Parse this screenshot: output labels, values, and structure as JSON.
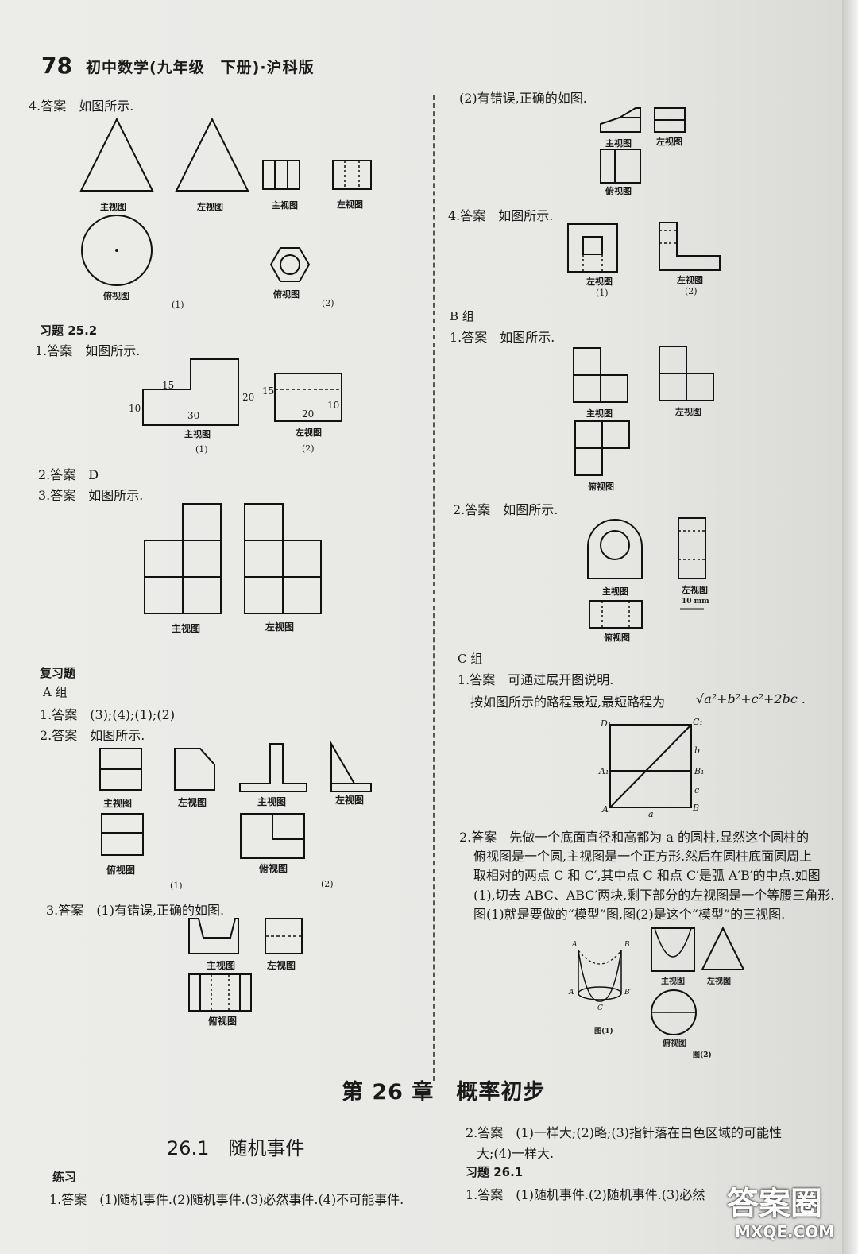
{
  "header": {
    "page_number": "78",
    "book_title": "初中数学(九年级　下册)·沪科版"
  },
  "left": {
    "q4_answer": "4.答案　如图所示.",
    "q4_caps": [
      "主视图",
      "左视图",
      "主视图",
      "左视图",
      "俯视图",
      "俯视图"
    ],
    "q4_nums": [
      "(1)",
      "(2)"
    ],
    "ex252": "习题 25.2",
    "ex252_q1": "1.答案　如图所示.",
    "ex252_q1_dims": [
      "15",
      "10",
      "30",
      "20",
      "15",
      "20",
      "10"
    ],
    "ex252_q1_caps": [
      "主视图",
      "左视图"
    ],
    "ex252_q1_nums": [
      "(1)",
      "(2)"
    ],
    "ex252_q2": "2.答案　D",
    "ex252_q3": "3.答案　如图所示.",
    "ex252_q3_caps": [
      "主视图",
      "左视图"
    ],
    "review": "复习题",
    "groupA": "A 组",
    "rA_q1": "1.答案　(3);(4);(1);(2)",
    "rA_q2": "2.答案　如图所示.",
    "rA_q2_caps": [
      "主视图",
      "左视图",
      "主视图",
      "左视图",
      "俯视图",
      "俯视图"
    ],
    "rA_q2_nums": [
      "(1)",
      "(2)"
    ],
    "rA_q3": "3.答案　(1)有错误,正确的如图.",
    "rA_q3_caps": [
      "主视图",
      "左视图",
      "俯视图"
    ]
  },
  "right": {
    "rA_q3_2": "(2)有错误,正确的如图.",
    "rA_q3_2_caps": [
      "主视图",
      "左视图",
      "俯视图"
    ],
    "rA_q4": "4.答案　如图所示.",
    "rA_q4_caps": [
      "左视图",
      "左视图"
    ],
    "rA_q4_nums": [
      "(1)",
      "(2)"
    ],
    "groupB": "B 组",
    "rB_q1": "1.答案　如图所示.",
    "rB_q1_caps": [
      "主视图",
      "左视图",
      "俯视图"
    ],
    "rB_q2": "2.答案　如图所示.",
    "rB_q2_caps": [
      "主视图",
      "左视图",
      "俯视图"
    ],
    "rB_q2_dim": "10 mm",
    "groupC": "C 组",
    "rC_q1": "1.答案　可通过展开图说明.",
    "rC_q1_text": "按如图所示的路程最短,最短路程为",
    "rC_q1_formula": "√a²+b²+c²+2bc .",
    "rC_q1_fig_labels": [
      "D₁",
      "C₁",
      "A₁",
      "B₁",
      "A",
      "B",
      "a",
      "b",
      "c"
    ],
    "rC_q2_lines": [
      "2.答案　先做一个底面直径和高都为 a 的圆柱,显然这个圆柱的",
      "俯视图是一个圆,主视图是一个正方形.然后在圆柱底面圆周上",
      "取相对的两点 C 和 C′,其中点 C 和点 C′是弧 A′B′的中点.如图",
      "(1),切去 ABC、ABC′两块,剩下部分的左视图是一个等腰三角形.",
      "图(1)就是要做的“模型”图,图(2)是这个“模型”的三视图."
    ],
    "rC_q2_fig_labels": [
      "A",
      "B",
      "A′",
      "B′",
      "C",
      "图(1)",
      "主视图",
      "左视图",
      "俯视图",
      "图(2)"
    ]
  },
  "chapter": {
    "title": "第 26 章　概率初步",
    "section": "26.1　随机事件"
  },
  "bottom": {
    "practice": "练习",
    "p_q1": "1.答案　(1)随机事件.(2)随机事件.(3)必然事件.(4)不可能事件.",
    "p_q2_l1": "2.答案　(1)一样大;(2)略;(3)指针落在白色区域的可能性",
    "p_q2_l2": "大;(4)一样大.",
    "ex261": "习题 26.1",
    "ex261_q1": "1.答案　(1)随机事件.(2)随机事件.(3)必然"
  },
  "watermark": {
    "line1": "答案圈",
    "line2": "MXQE.COM"
  }
}
